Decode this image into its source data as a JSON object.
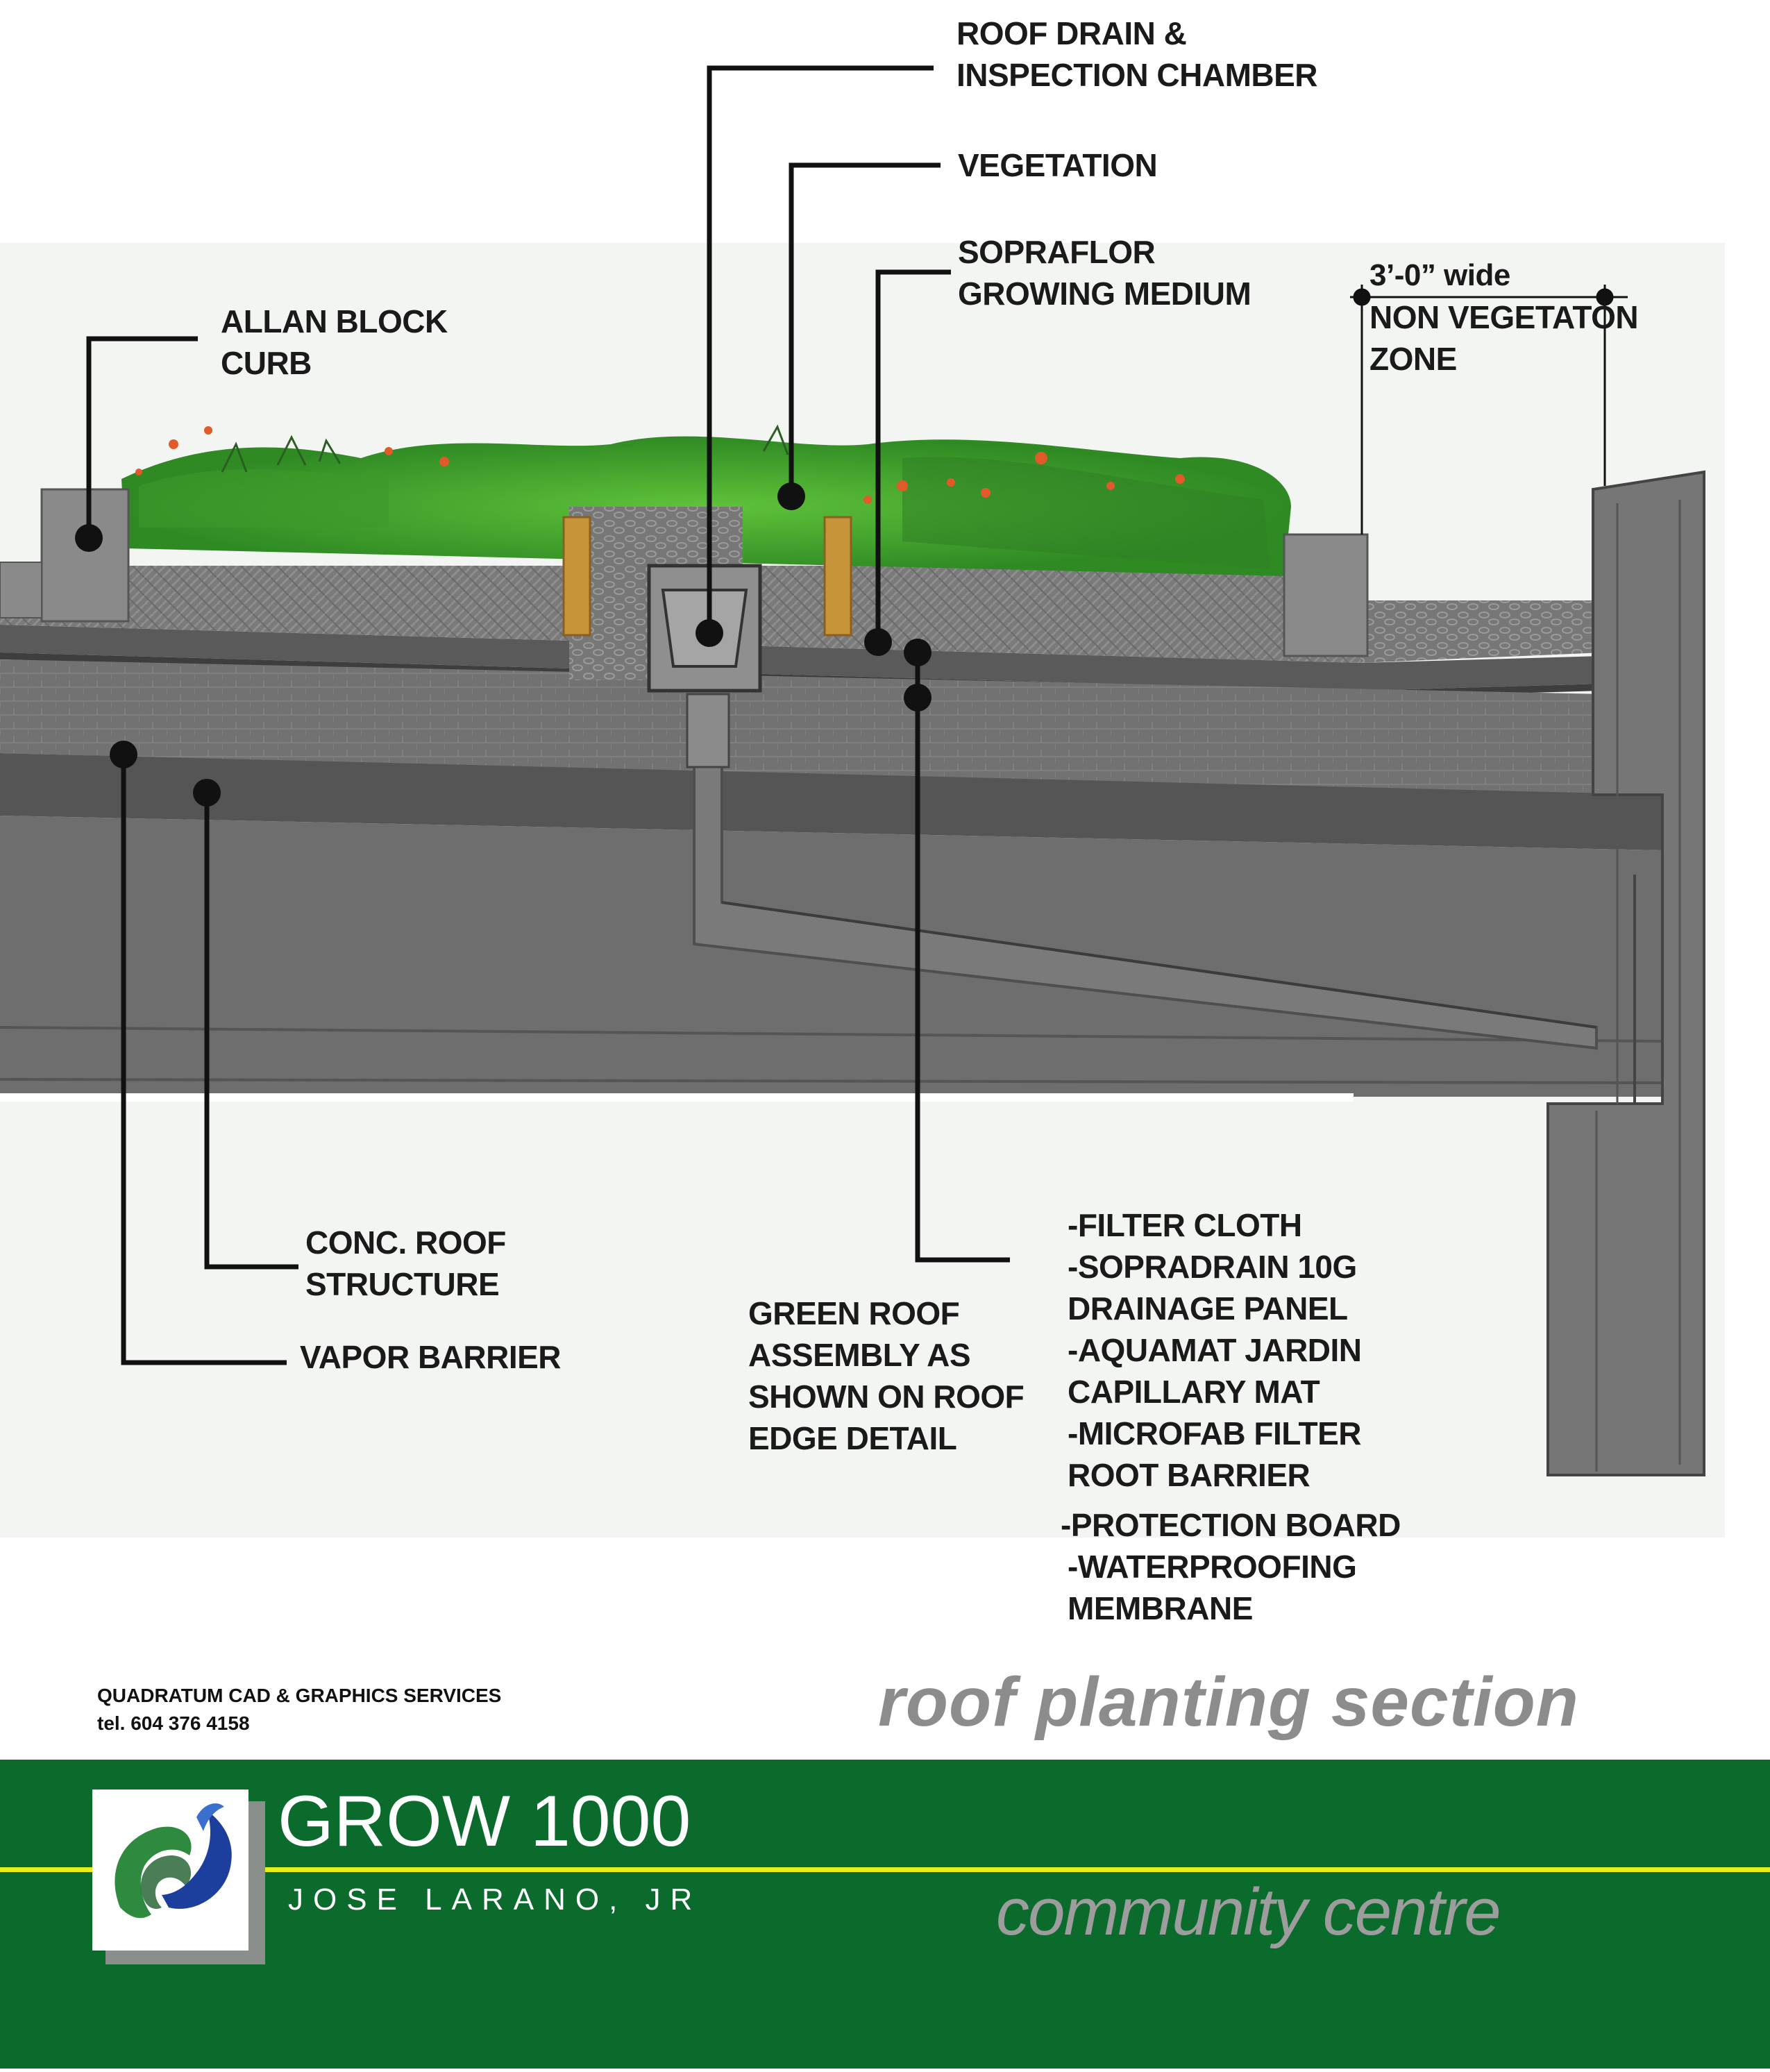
{
  "labels": {
    "roof_drain": [
      "ROOF DRAIN &",
      "INSPECTION CHAMBER"
    ],
    "vegetation": "VEGETATION",
    "sopraflor": [
      "SOPRAFLOR",
      "GROWING MEDIUM"
    ],
    "allan_block": [
      "ALLAN BLOCK",
      "CURB"
    ],
    "non_veg": [
      "3’-0” wide",
      "NON VEGETATON",
      "ZONE"
    ],
    "conc_roof": [
      "CONC. ROOF",
      "STRUCTURE"
    ],
    "vapor_barrier": "VAPOR BARRIER",
    "assembly": [
      "GREEN ROOF",
      "ASSEMBLY AS",
      "SHOWN ON ROOF",
      "EDGE DETAIL"
    ],
    "layers": [
      "-FILTER CLOTH",
      "-SOPRADRAIN 10G",
      "DRAINAGE PANEL",
      "-AQUAMAT JARDIN",
      "CAPILLARY MAT",
      "-MICROFAB FILTER",
      "ROOT BARRIER",
      "-PROTECTION BOARD",
      "-WATERPROOFING",
      "MEMBRANE"
    ]
  },
  "footer": {
    "company": "QUADRATUM CAD & GRAPHICS SERVICES",
    "phone": "tel. 604 376 4158",
    "drawing_title": "roof planting section",
    "project": "GROW 1000",
    "author": "JOSE LARANO, JR",
    "subtitle": "community centre"
  },
  "colors": {
    "banner_green": "#0a6b2c",
    "accent_yellow": "#e8ee1a",
    "structure_gray": "#6e6e6e",
    "plant_green": "#4aa832",
    "title_gray": "#8c8c8c"
  }
}
